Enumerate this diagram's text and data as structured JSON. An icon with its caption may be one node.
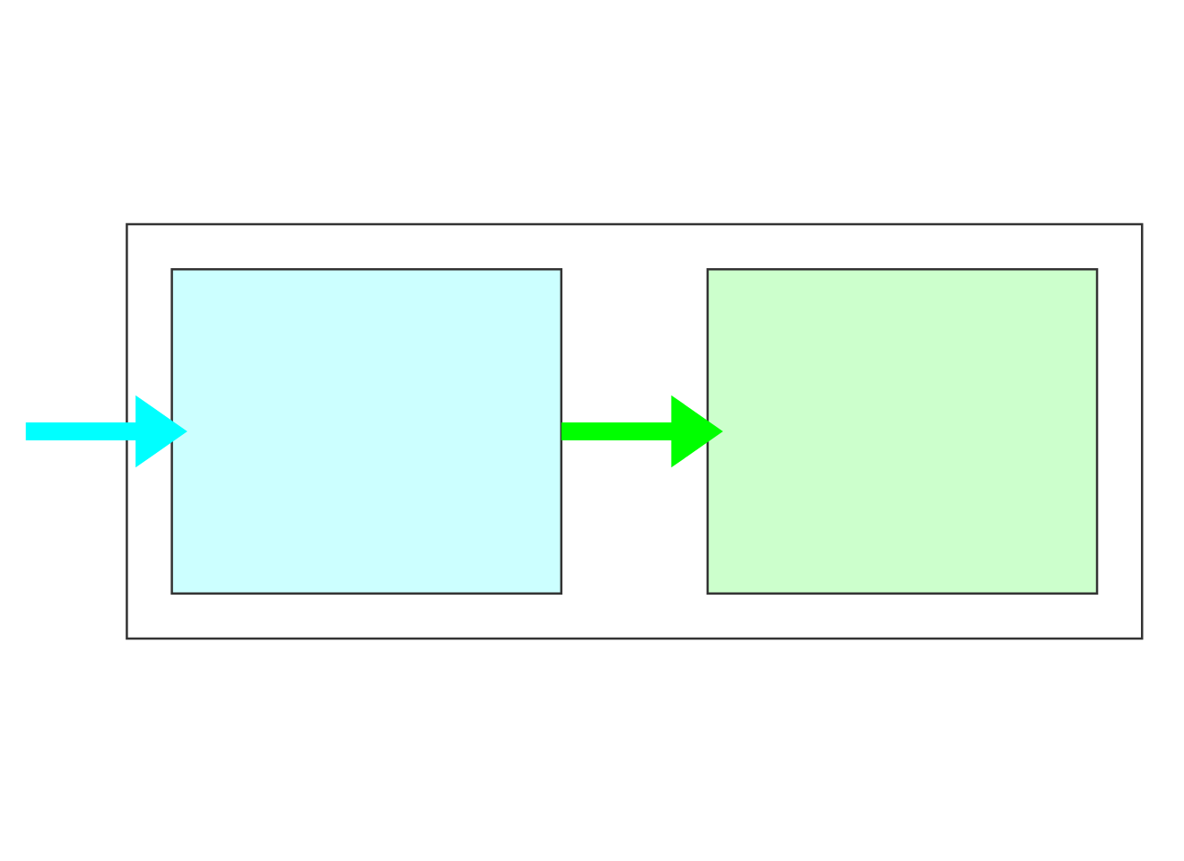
{
  "diagram": {
    "nodes": [
      {
        "text": [],
        "shape": "box"
      },
      {
        "text": [],
        "shape": "box",
        "in": 0
      },
      {
        "text": [],
        "shape": "box",
        "in": 0
      }
    ],
    "edges": [
      {
        "from": null,
        "to": 1,
        "arrow": "to",
        "color": "#00ffff"
      },
      {
        "from": 1,
        "to": 2,
        "arrow": "to",
        "color": "#00ff00"
      }
    ]
  }
}
